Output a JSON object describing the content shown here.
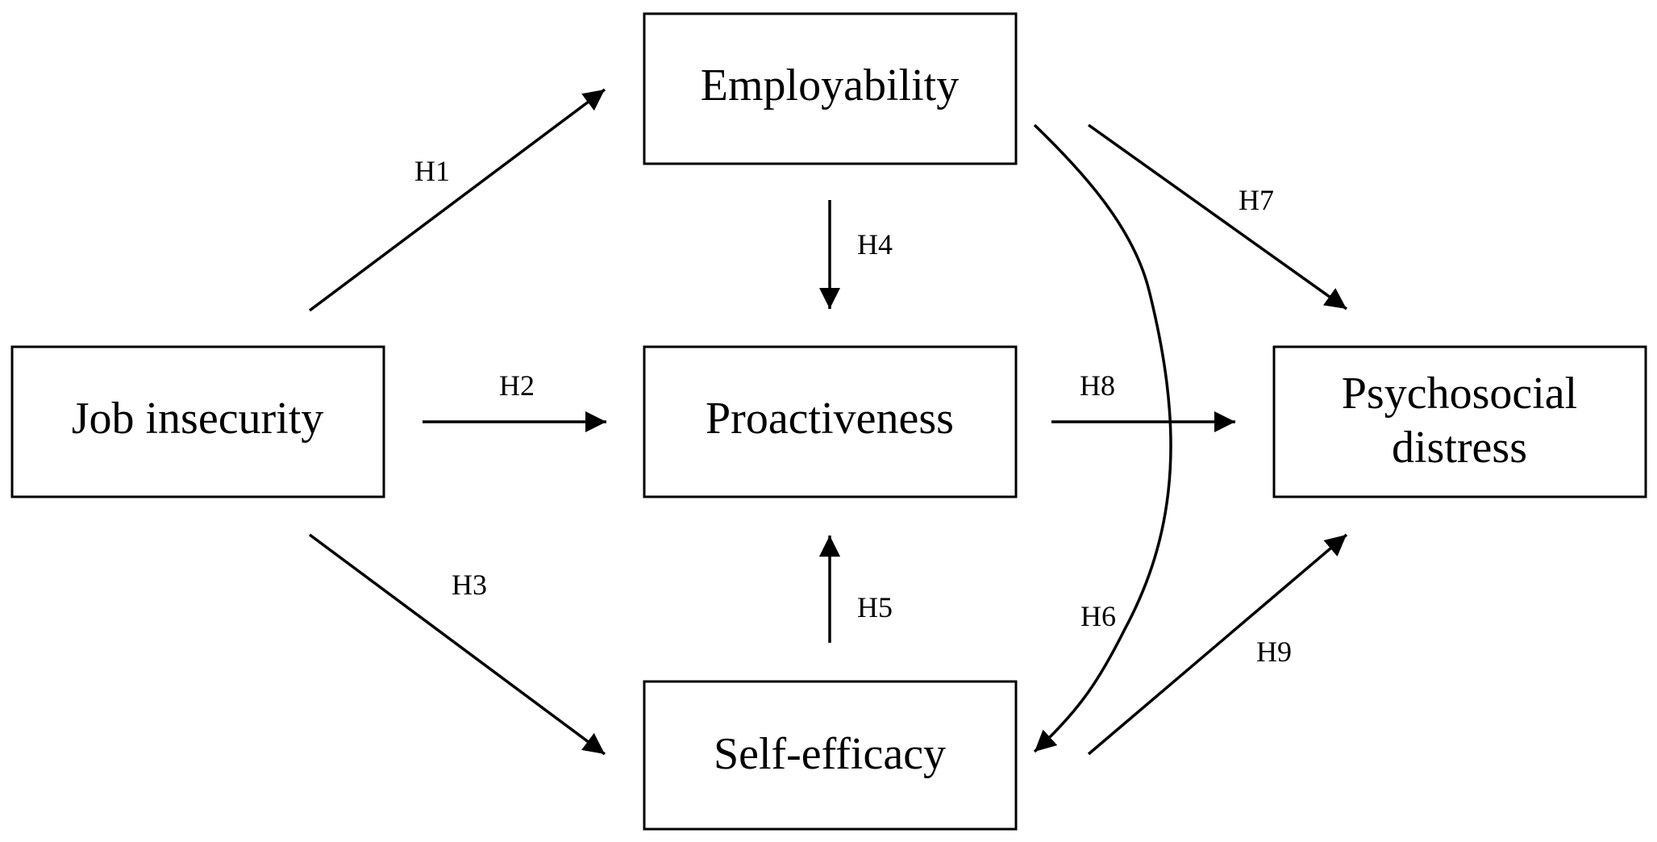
{
  "diagram": {
    "type": "path-model",
    "colors": {
      "stroke": "#000000",
      "background": "#ffffff"
    },
    "nodes": {
      "employability": {
        "label": "Employability"
      },
      "job_insecurity": {
        "label": "Job insecurity"
      },
      "proactiveness": {
        "label": "Proactiveness"
      },
      "psychosocial_distress": {
        "line1": "Psychosocial",
        "line2": "distress"
      },
      "self_efficacy": {
        "label": "Self-efficacy"
      }
    },
    "edges": [
      {
        "id": "H1",
        "label": "H1",
        "from": "Job insecurity",
        "to": "Employability"
      },
      {
        "id": "H2",
        "label": "H2",
        "from": "Job insecurity",
        "to": "Proactiveness"
      },
      {
        "id": "H3",
        "label": "H3",
        "from": "Job insecurity",
        "to": "Self-efficacy"
      },
      {
        "id": "H4",
        "label": "H4",
        "from": "Employability",
        "to": "Proactiveness"
      },
      {
        "id": "H5",
        "label": "H5",
        "from": "Self-efficacy",
        "to": "Proactiveness"
      },
      {
        "id": "H6",
        "label": "H6",
        "from": "Employability",
        "to": "Self-efficacy"
      },
      {
        "id": "H7",
        "label": "H7",
        "from": "Employability",
        "to": "Psychosocial distress"
      },
      {
        "id": "H8",
        "label": "H8",
        "from": "Proactiveness",
        "to": "Psychosocial distress"
      },
      {
        "id": "H9",
        "label": "H9",
        "from": "Self-efficacy",
        "to": "Psychosocial distress"
      }
    ]
  }
}
